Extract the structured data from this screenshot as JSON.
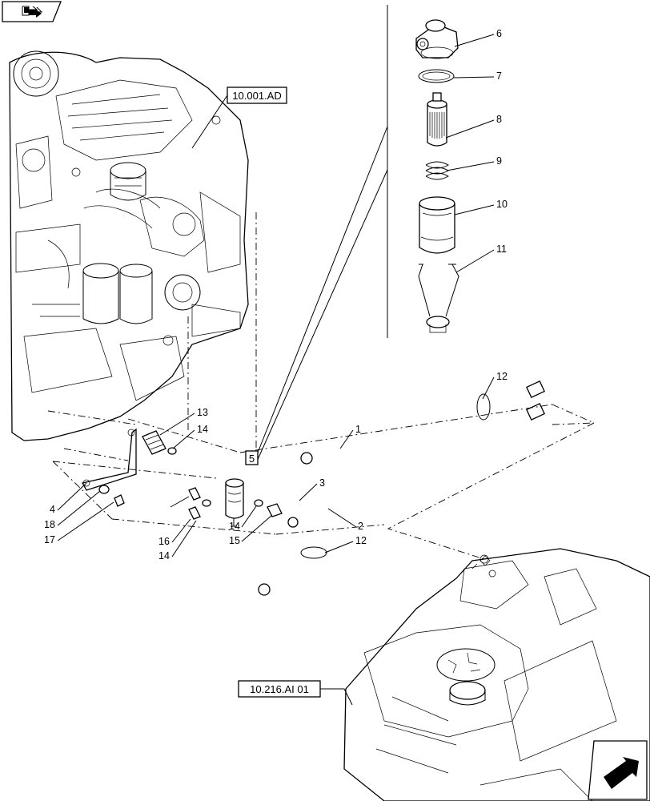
{
  "callouts": {
    "c1": "1",
    "c2": "2",
    "c3": "3",
    "c4": "4",
    "c6": "6",
    "c7": "7",
    "c8": "8",
    "c9": "9",
    "c10": "10",
    "c11": "11",
    "c12a": "12",
    "c12b": "12",
    "c13": "13",
    "c14a": "14",
    "c14b": "14",
    "c14c": "14",
    "c15": "15",
    "c16": "16",
    "c17": "17",
    "c18": "18"
  },
  "refs": {
    "engine": "10.001.AD",
    "tank": "10.216.AI 01",
    "detail": "5"
  },
  "icons": {
    "top_left": "previous-page-arrow-icon",
    "bottom_right": "next-page-arrow-icon"
  }
}
